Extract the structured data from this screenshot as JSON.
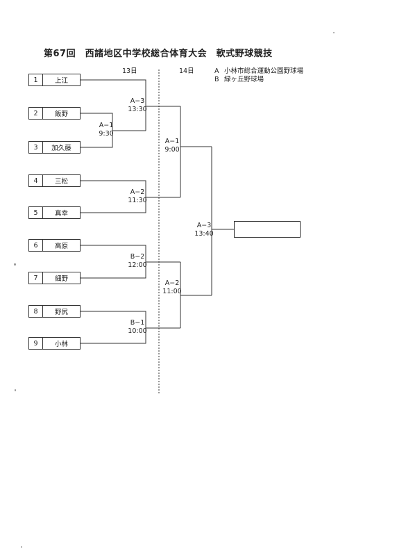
{
  "title": "第67回　西諸地区中学校総合体育大会　軟式野球競技",
  "days": {
    "day1": "13日",
    "day2": "14日"
  },
  "venues": [
    {
      "code": "A",
      "name": "小林市総合運動公園野球場"
    },
    {
      "code": "B",
      "name": "緑ヶ丘野球場"
    }
  ],
  "teams": [
    {
      "seed": "1",
      "name": "上江"
    },
    {
      "seed": "2",
      "name": "飯野"
    },
    {
      "seed": "3",
      "name": "加久藤"
    },
    {
      "seed": "4",
      "name": "三松"
    },
    {
      "seed": "5",
      "name": "真幸"
    },
    {
      "seed": "6",
      "name": "高原"
    },
    {
      "seed": "7",
      "name": "細野"
    },
    {
      "seed": "8",
      "name": "野尻"
    },
    {
      "seed": "9",
      "name": "小林"
    }
  ],
  "games": {
    "r1_a1": {
      "code": "A−1",
      "time": "9:30"
    },
    "r2_a3": {
      "code": "A−3",
      "time": "13:30"
    },
    "r2_a2": {
      "code": "A−2",
      "time": "11:30"
    },
    "r2_b2": {
      "code": "B−2",
      "time": "12:00"
    },
    "r2_b1": {
      "code": "B−1",
      "time": "10:00"
    },
    "sf_a1": {
      "code": "A−1",
      "time": "9:00"
    },
    "sf_a2": {
      "code": "A−2",
      "time": "11:00"
    },
    "final_a3": {
      "code": "A−3",
      "time": "13:40"
    }
  },
  "winner": ""
}
